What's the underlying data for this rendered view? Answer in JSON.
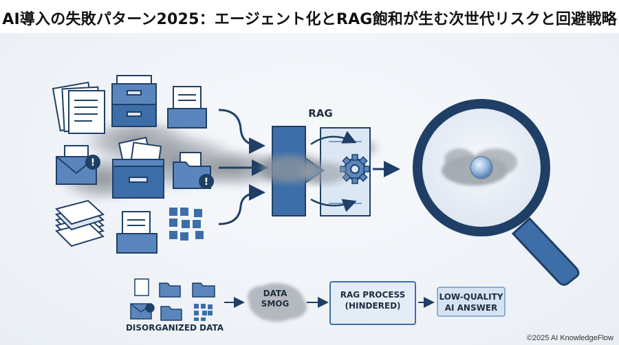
{
  "title": "AI導入の失敗パターン2025：エージェント化とRAG飽和が生む次世代リスクと回避戦略",
  "illustration": {
    "rag_label": "RAG"
  },
  "flow": {
    "disorganized_label": "DISORGANIZED DATA",
    "smog_line1": "DATA",
    "smog_line2": "SMOG",
    "process_line1": "RAG PROCESS",
    "process_line2": "(HINDERED)",
    "answer_line1": "LOW-QUALITY",
    "answer_line2": "AI ANSWER"
  },
  "icons": [
    "document-stack-icon",
    "file-cabinet-icon",
    "folder-document-icon",
    "envelope-warning-icon",
    "folder-warning-icon",
    "paper-stack-icon",
    "broken-grid-icon",
    "magnifier-icon",
    "gear-icon",
    "cloud-icon"
  ],
  "colors": {
    "primary": "#3d6ea8",
    "light": "#dce7f4",
    "dark": "#1f3f66",
    "smog": "#8a8f96"
  },
  "copyright": "©2025 AI KnowledgeFlow"
}
